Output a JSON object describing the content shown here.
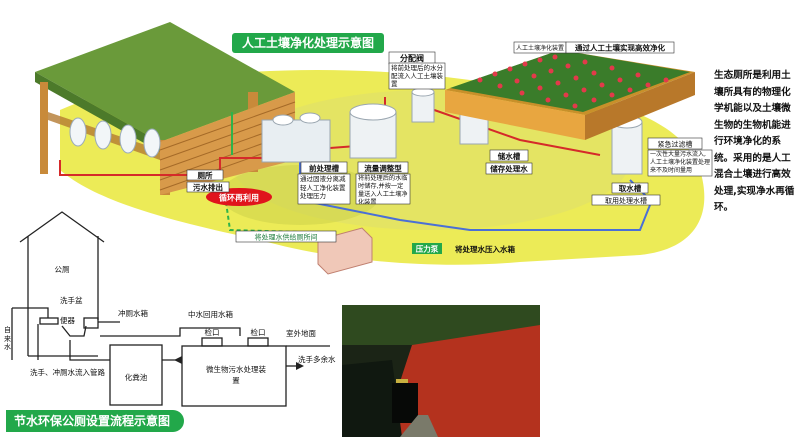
{
  "titles": {
    "top": "人工土壤净化处理示意图",
    "bottom": "节水环保公厕设置流程示意图"
  },
  "top_labels": {
    "distribution_well": "分配阀",
    "distribution_note": "将前处理后的水分配流入人工土壤装置",
    "soil_device_tag": "人工土壤净化装置",
    "soil_purify": "通过人工土壤实现高效净化",
    "toilet": "厕所",
    "sewage": "污水排出",
    "pretreat_tank": "前处理槽",
    "pretreat_note": "通过固液分离减轻人工净化装置处理压力",
    "flow_tank": "流量调整型",
    "flow_note": "将前处理后的水临时储存,并按一定量送入人工土壤净化装置",
    "storage_tank": "储水槽",
    "storage_note": "储存处理水",
    "emergency_tank": "紧急过滤槽",
    "emergency_note": "一次性大量污水流入,人工土壤净化装置处理来不及时间量用",
    "intake_tank": "取水槽",
    "intake_note": "取用处理水槽",
    "recycle": "循环再利用",
    "supply_toilet": "将处理水供给厕所间",
    "pressure_pump": "压力泵",
    "to_tank": "将处理水压入水箱"
  },
  "side_text": "生态厕所是利用土壤所具有的物理化学机能以及土壤微生物的生物机能进行环境净化的系统。采用的是人工混合土壤进行高效处理,实现净水再循环。",
  "bottom_labels": {
    "public_toilet": "公厕",
    "washbasin": "洗手盆",
    "toilet_bowl": "便器",
    "flush_tank": "冲厕水箱",
    "tap_water": "自来水",
    "wash_flush_inflow": "洗手、冲厕水流入管路",
    "septic_tank": "化粪池",
    "reclaimed_tank": "中水回用水箱",
    "inspection_port_1": "检口",
    "inspection_port_2": "检口",
    "outdoor_ground": "室外地面",
    "micro_device": "微生物污水处理装置",
    "excess_water": "洗手多余水"
  },
  "colors": {
    "title_green": "#22a84a",
    "pipe_red": "#d52a2a",
    "pipe_blue": "#4a6fd6",
    "pipe_green": "#2fb34a",
    "soil_yellow": "#e6e230",
    "wood": "#c88a3a",
    "recycle_red": "#e0141c"
  }
}
